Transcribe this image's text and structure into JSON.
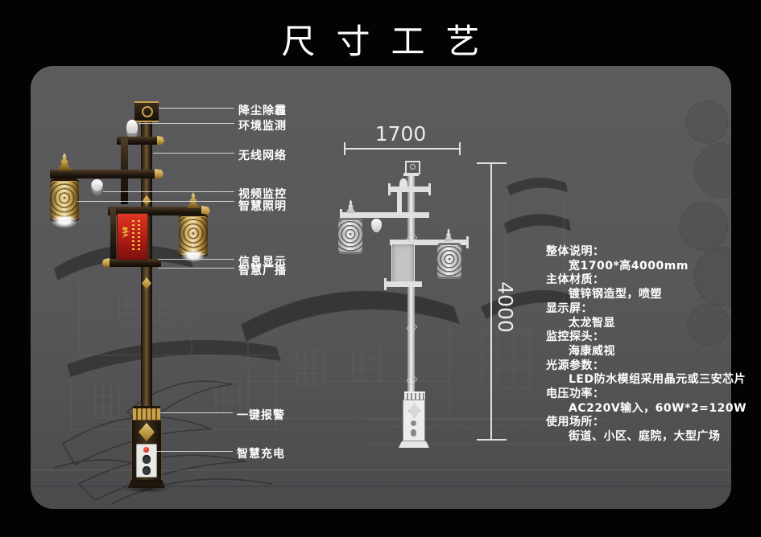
{
  "page": {
    "title": "尺寸工艺"
  },
  "colors": {
    "page_bg": "#030303",
    "panel_bg": "#565658",
    "text": "#ffffff",
    "gold": "#c9a24a",
    "dark_wood": "#2a1f12",
    "banner_red": "#b01c14",
    "line_art": "#e0e0e0"
  },
  "callouts": [
    {
      "id": "dust-haze-removal",
      "label": "降尘除霾"
    },
    {
      "id": "env-monitoring",
      "label": "环境监测"
    },
    {
      "id": "wireless-network",
      "label": "无线网络"
    },
    {
      "id": "video-surveillance",
      "label": "视频监控"
    },
    {
      "id": "smart-lighting",
      "label": "智慧照明"
    },
    {
      "id": "info-display",
      "label": "信息显示"
    },
    {
      "id": "smart-broadcast",
      "label": "智慧广播"
    },
    {
      "id": "one-key-alarm",
      "label": "一键报警"
    },
    {
      "id": "smart-charging",
      "label": "智慧充电"
    }
  ],
  "dimensions": {
    "width_label": "1700",
    "height_label": "4000"
  },
  "specs": [
    {
      "heading": "整体说明：",
      "value": "宽1700*高4000mm"
    },
    {
      "heading": "主体材质：",
      "value": "镀锌钢造型，喷塑"
    },
    {
      "heading": "显示屏：",
      "value": "太龙智显"
    },
    {
      "heading": "监控探头：",
      "value": "海康威视"
    },
    {
      "heading": "光源参数：",
      "value": "LED防水模组采用晶元或三安芯片"
    },
    {
      "heading": "电压功率：",
      "value": "AC220V输入，60W*2=120W"
    },
    {
      "heading": "使用场所：",
      "value": "街道、小区、庭院，大型广场"
    }
  ]
}
